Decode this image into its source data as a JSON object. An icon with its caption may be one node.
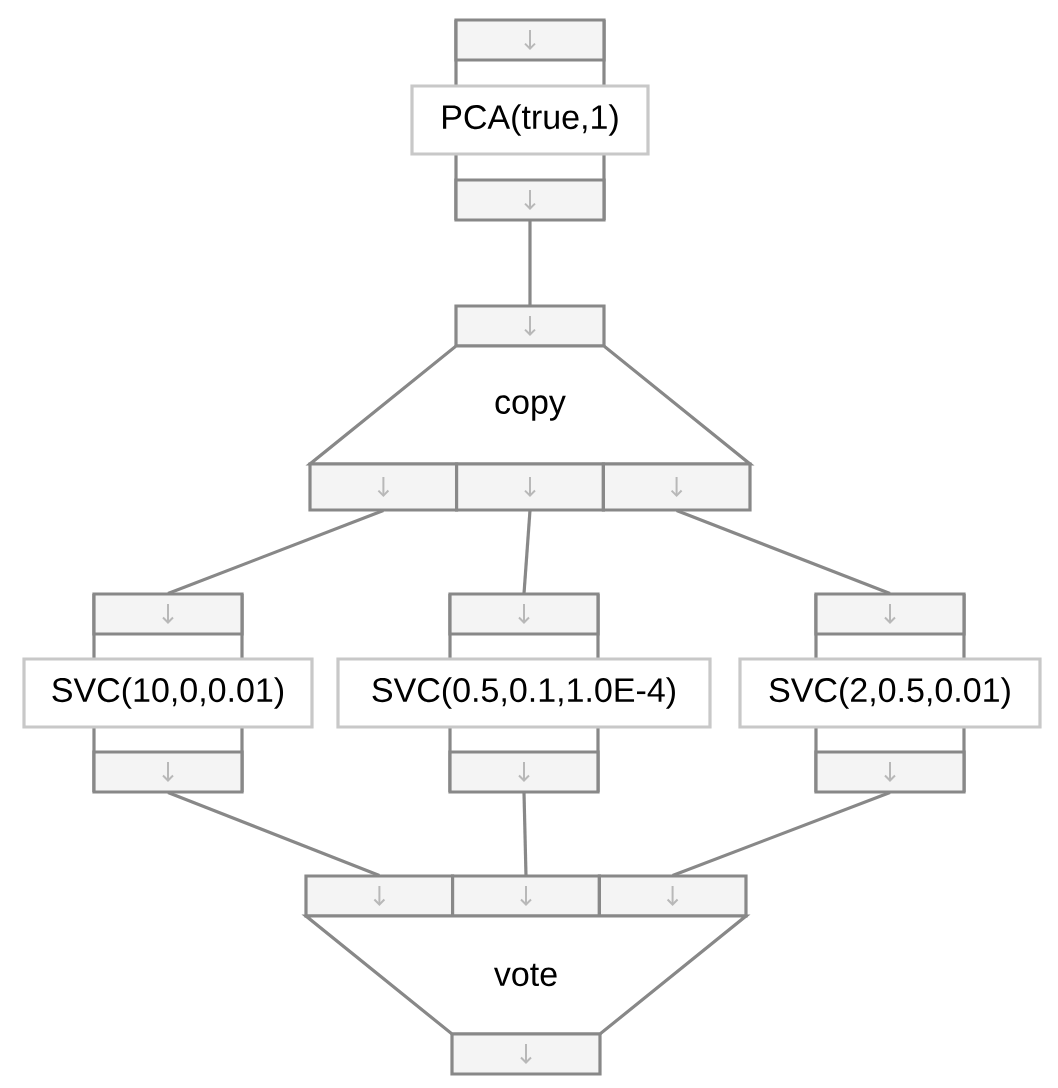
{
  "diagram": {
    "nodes": [
      {
        "text": [
          "PCA(true,1)"
        ]
      },
      {
        "text": [
          "copy"
        ]
      },
      {
        "text": [
          "SVC(10,0,0.01)"
        ]
      },
      {
        "text": [
          "SVC(0.5,0.1,1.0E-4)"
        ]
      },
      {
        "text": [
          "SVC(2,0.5,0.01)"
        ]
      },
      {
        "text": [
          "vote"
        ]
      }
    ],
    "edges": [
      {
        "from": 0,
        "to": 1,
        "arrow": "none"
      },
      {
        "from": 1,
        "to": 2,
        "arrow": "none"
      },
      {
        "from": 1,
        "to": 3,
        "arrow": "none"
      },
      {
        "from": 1,
        "to": 4,
        "arrow": "none"
      },
      {
        "from": 2,
        "to": 5,
        "arrow": "none"
      },
      {
        "from": 3,
        "to": 5,
        "arrow": "none"
      },
      {
        "from": 4,
        "to": 5,
        "arrow": "none"
      }
    ]
  }
}
